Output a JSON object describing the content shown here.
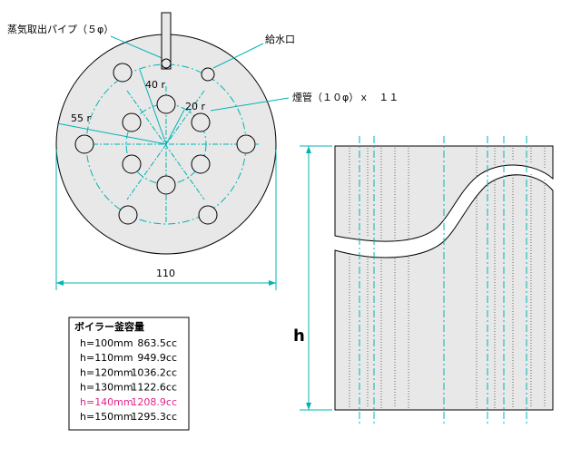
{
  "labels": {
    "steam_pipe": "蒸気取出パイプ（５φ）",
    "feed_water": "給水口",
    "flue_tubes": "煙管（１０φ）ｘ　１１",
    "r40": "40 r",
    "r20": "20 r",
    "r55": "55 r",
    "diameter": "110",
    "height": "h"
  },
  "capacity_table": {
    "title": "ボイラー釜容量",
    "rows": [
      {
        "height": "h=100mm",
        "volume": "863.5cc",
        "highlight": false
      },
      {
        "height": "h=110mm",
        "volume": "949.9cc",
        "highlight": false
      },
      {
        "height": "h=120mm",
        "volume": "1036.2cc",
        "highlight": false
      },
      {
        "height": "h=130mm",
        "volume": "1122.6cc",
        "highlight": false
      },
      {
        "height": "h=140mm",
        "volume": "1208.9cc",
        "highlight": true
      },
      {
        "height": "h=150mm",
        "volume": "1295.3cc",
        "highlight": false
      }
    ]
  },
  "colors": {
    "outline": "#000000",
    "centerline": "#00b4b4",
    "leader": "#00b4b4",
    "highlight": "#e0248a",
    "table_bg": "#ffffff"
  }
}
